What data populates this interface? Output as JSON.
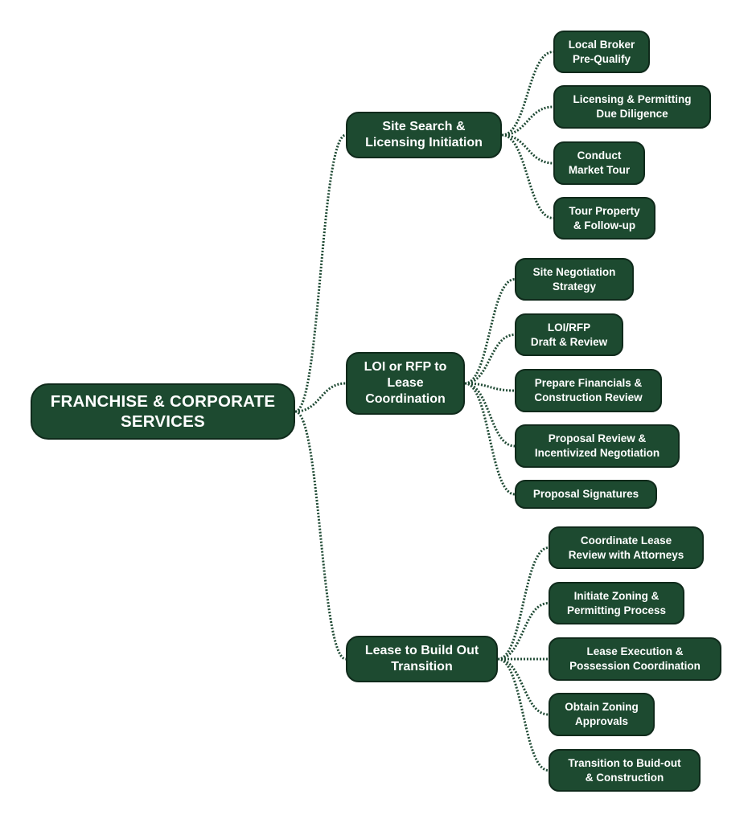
{
  "root": {
    "label": "FRANCHISE & CORPORATE\nSERVICES"
  },
  "branches": [
    {
      "label": "Site Search &\nLicensing Initiation",
      "children": [
        "Local Broker\nPre-Qualify",
        "Licensing & Permitting\nDue Diligence",
        "Conduct\nMarket Tour",
        "Tour Property\n& Follow-up"
      ]
    },
    {
      "label": "LOI or RFP to\nLease\nCoordination",
      "children": [
        "Site Negotiation\nStrategy",
        "LOI/RFP\nDraft & Review",
        "Prepare Financials &\nConstruction Review",
        "Proposal Review &\nIncentivized Negotiation",
        "Proposal Signatures"
      ]
    },
    {
      "label": "Lease to Build Out\nTransition",
      "children": [
        "Coordinate Lease\nReview with Attorneys",
        "Initiate Zoning &\nPermitting Process",
        "Lease Execution &\nPossession Coordination",
        "Obtain Zoning\nApprovals",
        "Transition to Buid-out\n& Construction"
      ]
    }
  ],
  "colors": {
    "node_fill": "#1d4a30",
    "node_border": "#0f2a1b",
    "text": "#ffffff",
    "connector": "#1f4a34"
  }
}
